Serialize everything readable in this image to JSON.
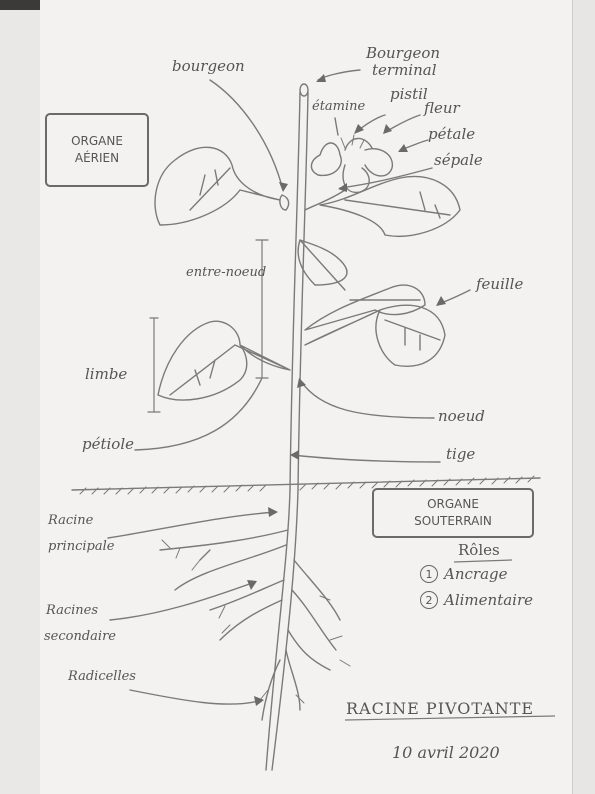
{
  "labels": {
    "bourgeon": "bourgeon",
    "bourgeon_terminal_1": "Bourgeon",
    "bourgeon_terminal_2": "terminal",
    "etamine": "étamine",
    "pistil": "pistil",
    "fleur": "fleur",
    "petale": "pétale",
    "sepale": "sépale",
    "entre_noeud": "entre-noeud",
    "feuille": "feuille",
    "limbe": "limbe",
    "petiole": "pétiole",
    "noeud": "noeud",
    "tige": "tige",
    "racine_principale_1": "Racine",
    "racine_principale_2": "principale",
    "racines_secondaires_1": "Racines",
    "racines_secondaires_2": "secondaire",
    "radicelles": "Radicelles"
  },
  "boxes": {
    "organe_aerien_1": "ORGANE",
    "organe_aerien_2": "AÉRIEN",
    "organe_souterrain_1": "ORGANE",
    "organe_souterrain_2": "SOUTERRAIN"
  },
  "roles": {
    "title": "Rôles",
    "items": [
      {
        "num": "1",
        "text": "Ancrage"
      },
      {
        "num": "2",
        "text": "Alimentaire"
      }
    ]
  },
  "footer": {
    "title": "RACINE PIVOTANTE",
    "date": "10 avril 2020"
  }
}
